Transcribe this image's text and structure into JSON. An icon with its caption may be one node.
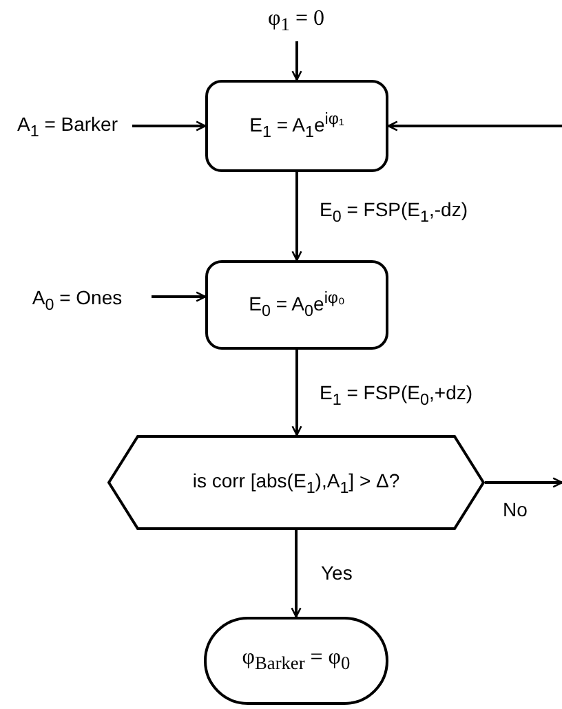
{
  "diagram": {
    "nodes": [
      {
        "text": [
          "φ$_{1}$ = 0"
        ]
      },
      {
        "text": [
          "A$_{1}$ = Barker"
        ]
      },
      {
        "text": [
          "E$_{1}$ = A$_{1}$e$^{iφ₁}$"
        ]
      },
      {
        "text": [
          "A$_{0}$ = Ones"
        ]
      },
      {
        "text": [
          "E$_{0}$ = A$_{0}$e$^{iφ₀}$"
        ]
      },
      {
        "text": [
          "is corr [abs(E$_{1}$),A$_{1}$] > Δ?"
        ]
      },
      {
        "text": [
          "φ$_{Barker}$ = φ$_{0}$"
        ]
      }
    ],
    "edges": [
      {
        "from": 0,
        "to": 2,
        "arrow": "to"
      },
      {
        "from": 1,
        "to": 2,
        "arrow": "to"
      },
      {
        "from": null,
        "to": 2,
        "arrow": "to"
      },
      {
        "from": 2,
        "to": 4,
        "arrow": "to",
        "label": "E$_{0}$ = FSP(E$_{1}$,-dz)"
      },
      {
        "from": 3,
        "to": 4,
        "arrow": "to"
      },
      {
        "from": 4,
        "to": 5,
        "arrow": "to",
        "label": "E$_{1}$ = FSP(E$_{0}$,+dz)"
      },
      {
        "from": 5,
        "to": null,
        "arrow": "to",
        "label": "No"
      },
      {
        "from": 5,
        "to": 6,
        "arrow": "to",
        "label": "Yes"
      }
    ]
  }
}
